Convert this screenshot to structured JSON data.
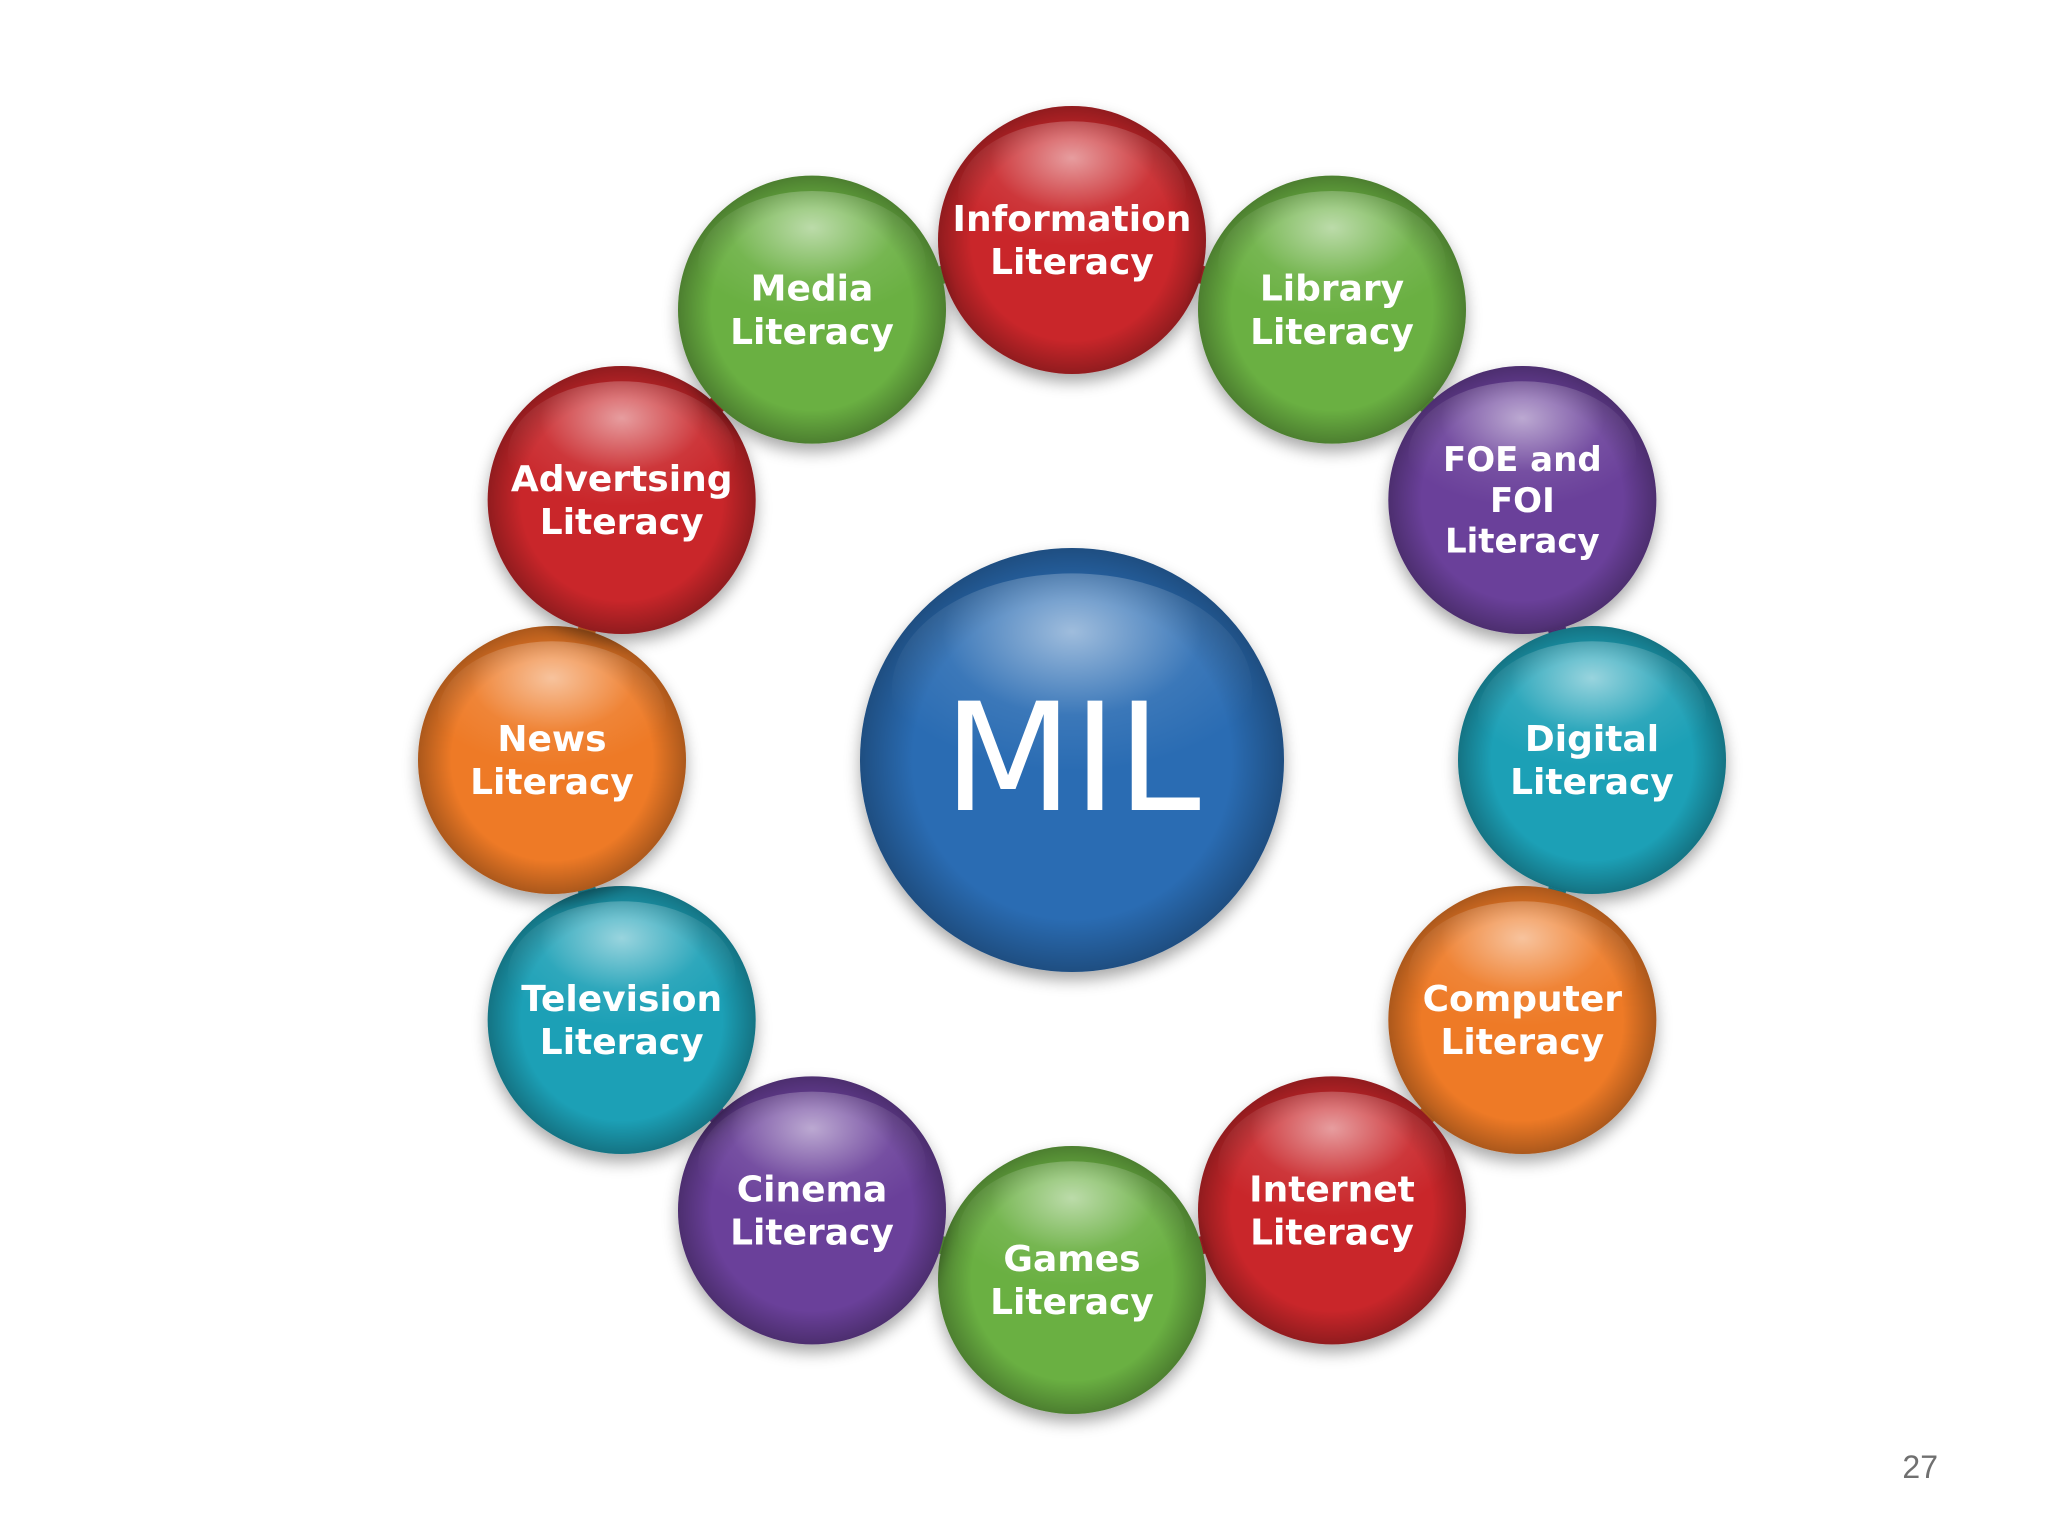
{
  "center": {
    "label": "MIL",
    "color": "#2b6cb3"
  },
  "nodes": [
    {
      "label": [
        "Information",
        "Literacy"
      ],
      "color": "#c9262c"
    },
    {
      "label": [
        "Library",
        "Literacy"
      ],
      "color": "#6ab043"
    },
    {
      "label": [
        "FOE and",
        "FOI",
        "Literacy"
      ],
      "color": "#6a3f9a"
    },
    {
      "label": [
        "Digital",
        "Literacy"
      ],
      "color": "#1fa0b6"
    },
    {
      "label": [
        "Computer",
        "Literacy"
      ],
      "color": "#ee7a26"
    },
    {
      "label": [
        "Internet",
        "Literacy"
      ],
      "color": "#c9262c"
    },
    {
      "label": [
        "Games",
        "Literacy"
      ],
      "color": "#6ab043"
    },
    {
      "label": [
        "Cinema",
        "Literacy"
      ],
      "color": "#6a3f9a"
    },
    {
      "label": [
        "Television",
        "Literacy"
      ],
      "color": "#1fa0b6"
    },
    {
      "label": [
        "News",
        "Literacy"
      ],
      "color": "#ee7a26"
    },
    {
      "label": [
        "Advertsing",
        "Literacy"
      ],
      "color": "#c9262c"
    },
    {
      "label": [
        "Media",
        "Literacy"
      ],
      "color": "#6ab043"
    }
  ],
  "page_number": "27"
}
